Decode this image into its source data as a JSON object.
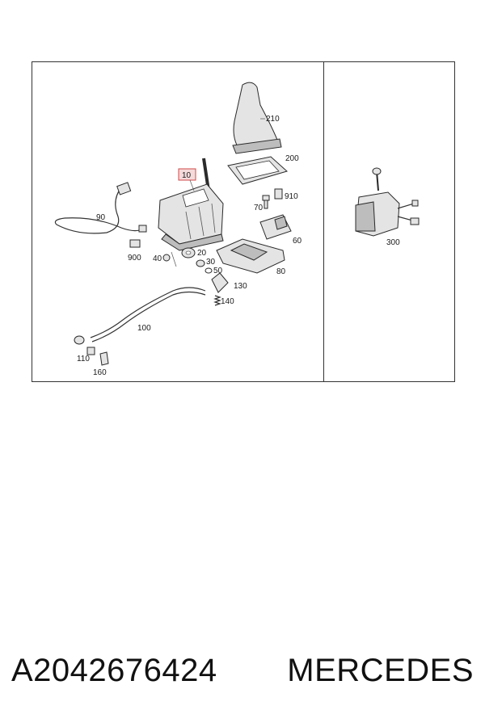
{
  "diagram": {
    "labels": {
      "p10": "10",
      "p20": "20",
      "p30": "30",
      "p40": "40",
      "p50": "50",
      "p60": "60",
      "p70": "70",
      "p80": "80",
      "p90": "90",
      "p100": "100",
      "p110": "110",
      "p130": "130",
      "p140": "140",
      "p160": "160",
      "p200": "200",
      "p210": "210",
      "p300": "300",
      "p900": "900",
      "p910": "910"
    },
    "highlight_color": "#d04a4a",
    "highlighted_part": "10"
  },
  "caption": {
    "part_number": "A2042676424",
    "brand": "MERCEDES"
  }
}
